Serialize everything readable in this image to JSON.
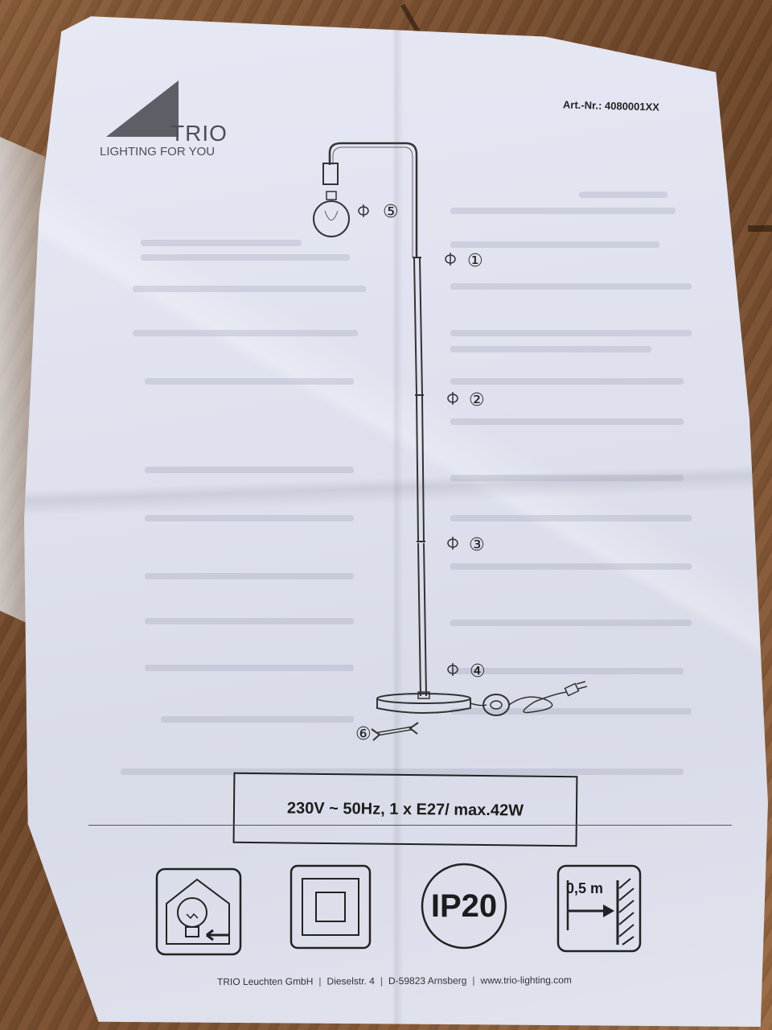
{
  "document": {
    "brand": {
      "name": "TRIO",
      "tagline": "LIGHTING FOR YOU"
    },
    "article_number": {
      "label": "Art.-Nr.:",
      "value": "4080001XX"
    },
    "steps": [
      "①",
      "②",
      "③",
      "④",
      "⑤",
      "⑥"
    ],
    "spec": "230V ~ 50Hz, 1 x E27/ max.42W",
    "icons": {
      "bulb_change": "bulb-replacement-icon",
      "double_insulation": "protection-class-icon",
      "ip_rating": "IP20",
      "distance": {
        "value": "0,5 m",
        "icon": "minimum-distance-icon"
      }
    },
    "footer": {
      "company": "TRIO Leuchten GmbH",
      "street": "Dieselstr. 4",
      "city": "D-59823 Arnsberg",
      "website": "www.trio-lighting.com"
    },
    "colors": {
      "paper": "#e2e4f0",
      "ink": "#1c1c1c",
      "logo_gray": "#5d5f66"
    }
  }
}
